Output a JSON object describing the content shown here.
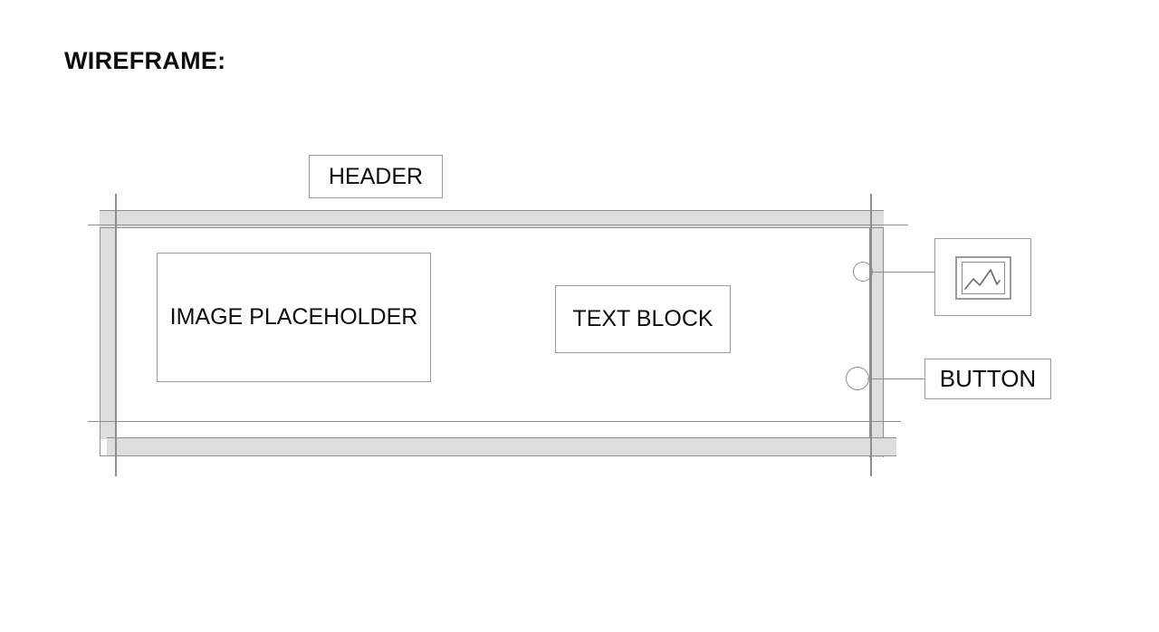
{
  "page": {
    "title": "WIREFRAME:",
    "background_color": "#ffffff",
    "text_color": "#0d0d0d",
    "line_color": "#8e8e8e",
    "band_fill_color": "#dedede",
    "box_border_color": "#9b9b9b"
  },
  "wireframe": {
    "header_label": "HEADER",
    "image_placeholder_label": "IMAGE PLACEHOLDER",
    "text_block_label": "TEXT BLOCK",
    "regions": {
      "top_bar": "header-band",
      "left_bar": "left-sidebar-band",
      "right_bar": "right-sidebar-band",
      "bottom_bar": "footer-band"
    }
  },
  "callouts": [
    {
      "id": "image-callout",
      "marker": "circle",
      "label": "",
      "icon": "image-icon"
    },
    {
      "id": "button-callout",
      "marker": "circle",
      "label": "BUTTON",
      "icon": ""
    }
  ],
  "icons": {
    "image_icon_name": "image-icon",
    "image_icon_glyph": "picture-mountain-zigzag"
  }
}
